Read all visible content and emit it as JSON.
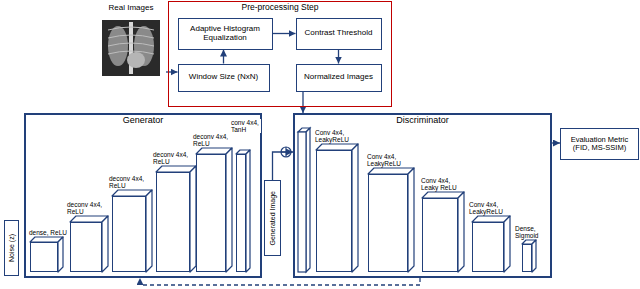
{
  "diagram": {
    "nodes": [
      {
        "text": [
          "Pre-processing Step"
        ]
      },
      {
        "text": [
          "Adaptive Histogram Equalization"
        ],
        "in": 0
      },
      {
        "text": [
          "Contrast Threshold"
        ],
        "in": 0
      },
      {
        "text": [
          "Window Size (NxN)"
        ],
        "in": 0
      },
      {
        "text": [
          "Normalized Images"
        ],
        "in": 0
      },
      {
        "text": [
          "Real Images"
        ]
      },
      {
        "text": [
          "Generator"
        ]
      },
      {
        "text": [
          "dense, ReLU"
        ],
        "in": 6
      },
      {
        "text": [
          "deconv 4x4, ReLU"
        ],
        "in": 6
      },
      {
        "text": [
          "deconv 4x4, ReLU"
        ],
        "in": 6
      },
      {
        "text": [
          "deconv 4x4, ReLU"
        ],
        "in": 6
      },
      {
        "text": [
          "deconv 4x4, ReLU"
        ],
        "in": 6
      },
      {
        "text": [
          "conv 4x4, TanH"
        ],
        "in": 6
      },
      {
        "text": [
          "Noise (z)"
        ]
      },
      {
        "text": [
          "Generated Image"
        ]
      },
      {
        "text": [
          "Discriminator"
        ]
      },
      {
        "text": [
          "Conv 4x4, LeakyReLU"
        ],
        "in": 15
      },
      {
        "text": [
          "Conv 4x4, LeakyReLU"
        ],
        "in": 15
      },
      {
        "text": [
          "Conv 4x4, Leaky ReLU"
        ],
        "in": 15
      },
      {
        "text": [
          "Conv 4x4, LeakyReLU"
        ],
        "in": 15
      },
      {
        "text": [
          "Dense, Sigmoid"
        ],
        "in": 15
      },
      {
        "text": [
          "Evaluation Metric (FID, MS-SSIM)"
        ]
      }
    ],
    "edges": [
      {
        "from": 5,
        "to": 3,
        "arrow": "to"
      },
      {
        "from": 3,
        "to": 1,
        "arrow": "to"
      },
      {
        "from": 1,
        "to": 2,
        "arrow": "to"
      },
      {
        "from": 2,
        "to": 4,
        "arrow": "to"
      },
      {
        "from": 4,
        "to": 15,
        "arrow": "to"
      },
      {
        "from": 14,
        "to": 15,
        "arrow": "to"
      },
      {
        "from": 15,
        "to": 21,
        "arrow": "to"
      },
      {
        "from": 15,
        "to": 6,
        "arrow": "to"
      }
    ]
  }
}
